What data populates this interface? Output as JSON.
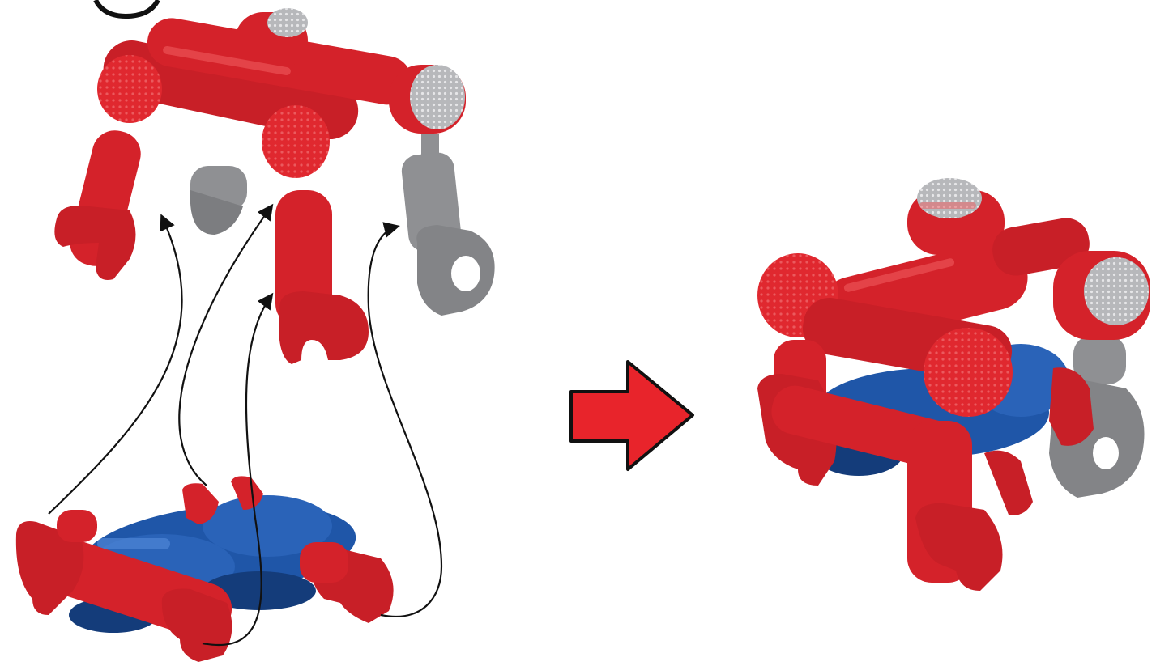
{
  "step": {
    "step_marker": "circle-outline-partial",
    "left_figure": "exploded-red-robot-assembly",
    "right_figure": "assembled-red-robot",
    "arrow_direction": "right"
  },
  "colors": {
    "background": "#ffffff",
    "red_piece": "#d4222a",
    "red_shadow": "#a3141c",
    "red_highlight": "#ef5a5e",
    "blue_piece": "#1f56a8",
    "blue_shadow": "#143c7a",
    "blue_highlight": "#4f86d6",
    "gray_piece": "#8f9093",
    "gray_shadow": "#6a6b6e",
    "knob_silver": "#b7b8bb",
    "arrow_fill": "#e8242b",
    "outline": "#111111"
  },
  "icons": [
    "step-circle-icon",
    "direction-arrow-icon",
    "assembly-curve-arrow-icon"
  ]
}
